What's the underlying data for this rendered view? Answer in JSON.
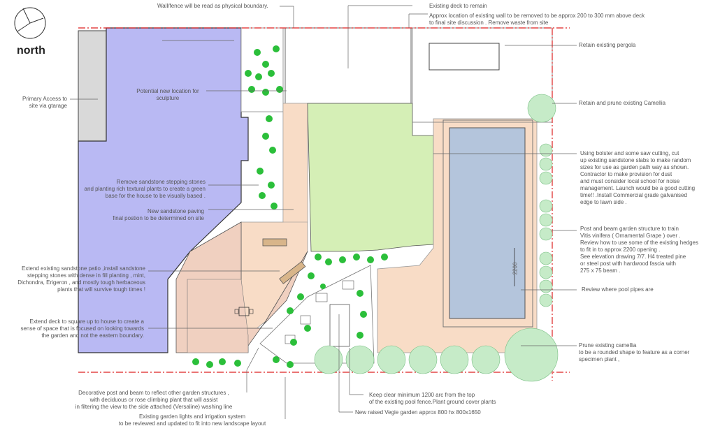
{
  "north": {
    "label": "north"
  },
  "dimension": {
    "pool_width": "2200"
  },
  "labels": {
    "wall_boundary": "Wall/fence will be read as physical boundary.",
    "existing_deck": "Existing deck to remain",
    "approx_wall": [
      "Approx location of existing wall to be removed to be approx 200 to 300 mm above deck",
      "to final site discussion . Remove waste from site"
    ],
    "retain_pergola": "Retain existing pergola",
    "retain_camellia": "Retain and prune existing Camellia",
    "primary_access": [
      "Primary Access to",
      "site via gtarage"
    ],
    "sculpture": [
      "Potential new location for",
      "sculpture"
    ],
    "remove_stones": [
      "Remove sandstone stepping stones",
      "and planting rich textural plants to create a green",
      "base for the house to be visually based ."
    ],
    "new_paving": [
      "New sandstone paving",
      "final postion to be determined on site"
    ],
    "sandstone_slabs": [
      "Using bolster and some saw cutting, cut",
      "up existing sandstone slabs to make random",
      "sizes for use as garden path way as shown.",
      "Contractor to make provision for dust",
      "and must consider local school for noise",
      "management. Launch would be a good cutting",
      "time!! .Install Commercial grade galvanised",
      "edge to lawn side ."
    ],
    "post_beam": [
      "Post and beam garden structure to train",
      "Vitis vinifera ( Ornamental Grape ) over .",
      "Review how to use some of the existing hedges",
      "to fit in to approx 2200  opening .",
      "See elevation drawing 7/7. H4 treated pine",
      "or steel post with hardwood fascia with",
      "275 x 75 beam ."
    ],
    "pool_pipes": "Review where pool pipes are",
    "extend_patio": [
      "Extend existing sandstone patio ,install sandstone",
      "stepping stones with dense in fill planting , mint,",
      "Dichondra, Erigeron , and mostly tough herbaceous",
      "plants that will survive  tough times !"
    ],
    "extend_deck": [
      "Extend deck to square up to house to create  a",
      "sense of space that is focused on looking towards",
      "the garden and not the eastern boundary."
    ],
    "prune_camellia": [
      "Prune existing camellia",
      "to be a rounded shape to feature as a corner",
      "specimen plant ,"
    ],
    "decorative_post": [
      "Decorative post and beam to reflect other garden structures ,",
      "with deciduous or rose climbing plant that will assist",
      "in filtering the view to the side  attached (Versaline) washing line"
    ],
    "garden_lights": [
      "Existing garden lights and irrigation system",
      "to be reviewed and updated to fit into new landscape layout"
    ],
    "keep_clear": [
      "Keep clear minimum 1200 arc from the top",
      "of the existing pool fence.Plant ground cover plants"
    ],
    "vegie_garden": "New raised Vegie garden approx 800 hx 800x1650"
  },
  "colors": {
    "house": "#b9b9f3",
    "garage": "#d9d9d9",
    "lawn": "#d5efb6",
    "paving": "#f8dcc6",
    "deck": "#f0d0c0",
    "pool": "#b4c5dc",
    "boundary": "#dd2222",
    "shrub": "#9fd8a8",
    "plant": "#2bbf3a"
  }
}
